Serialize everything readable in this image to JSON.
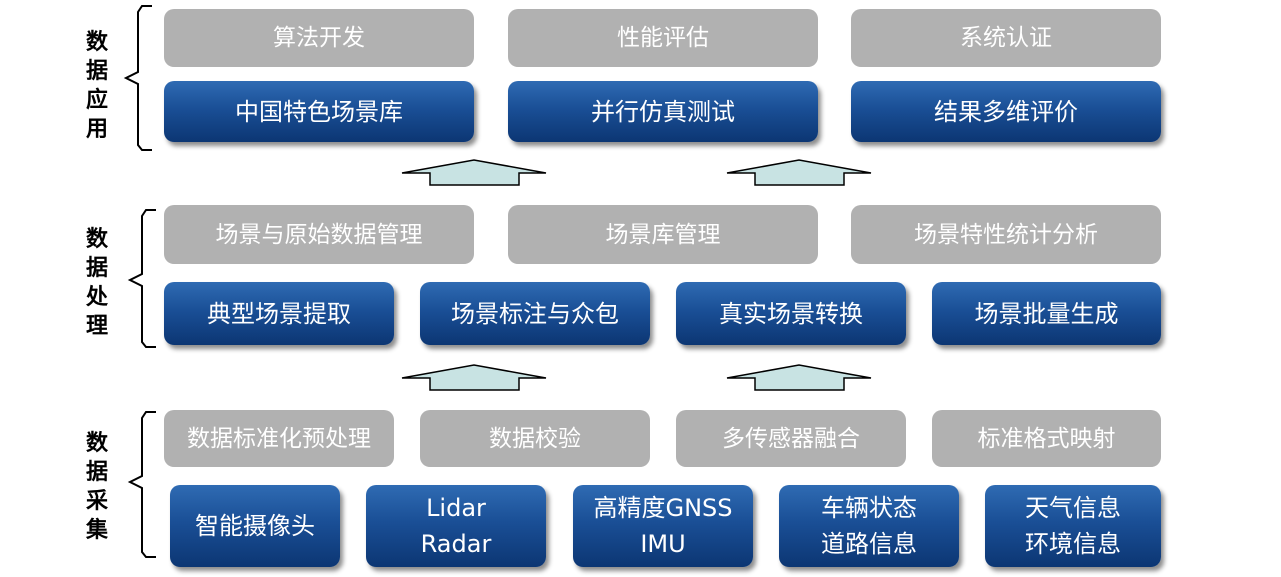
{
  "layers": [
    {
      "label": [
        "数",
        "据",
        "应",
        "用"
      ],
      "gray": [
        "算法开发",
        "性能评估",
        "系统认证"
      ],
      "blue": [
        "中国特色场景库",
        "并行仿真测试",
        "结果多维评价"
      ]
    },
    {
      "label": [
        "数",
        "据",
        "处",
        "理"
      ],
      "gray": [
        "场景与原始数据管理",
        "场景库管理",
        "场景特性统计分析"
      ],
      "blue": [
        "典型场景提取",
        "场景标注与众包",
        "真实场景转换",
        "场景批量生成"
      ]
    },
    {
      "label": [
        "数",
        "据",
        "采",
        "集"
      ],
      "gray": [
        "数据标准化预处理",
        "数据校验",
        "多传感器融合",
        "标准格式映射"
      ],
      "blue": [
        "智能摄像头",
        "Lidar\nRadar",
        "高精度GNSS\nIMU",
        "车辆状态\n道路信息",
        "天气信息\n环境信息"
      ]
    }
  ],
  "colors": {
    "gray_box": "#b1b1b1",
    "blue_box": "#1a4f96",
    "arrow_fill": "#c8e3e3"
  }
}
